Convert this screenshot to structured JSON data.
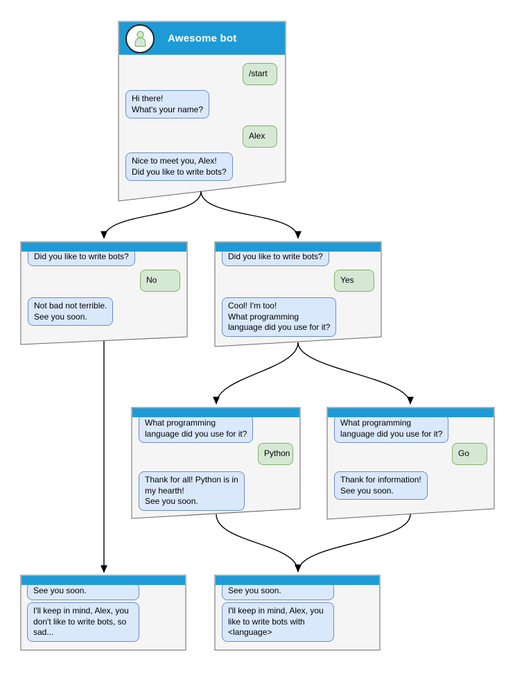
{
  "colors": {
    "titlebar_blue": "#1e9bd7",
    "window_bg": "#f5f5f5",
    "window_border": "#666666",
    "bot_bubble_bg": "#dae8fc",
    "bot_bubble_border": "#6c8ebf",
    "user_bubble_bg": "#d5e8d4",
    "user_bubble_border": "#82b366",
    "edge_color": "#000000",
    "title_text": "#ffffff"
  },
  "windows": {
    "main": {
      "title": "Awesome bot",
      "avatar_icon": "person-icon",
      "messages": [
        {
          "from": "user",
          "text": "/start"
        },
        {
          "from": "bot",
          "text": "Hi there!\nWhat's your name?"
        },
        {
          "from": "user",
          "text": "Alex"
        },
        {
          "from": "bot",
          "text": "Nice to meet you, Alex!\nDid you like to write bots?"
        }
      ]
    },
    "no_branch": {
      "messages": [
        {
          "from": "bot",
          "text": "Did you like to write bots?"
        },
        {
          "from": "user",
          "text": "No"
        },
        {
          "from": "bot",
          "text": "Not bad not terrible.\nSee you soon."
        }
      ]
    },
    "yes_branch": {
      "messages": [
        {
          "from": "bot",
          "text": "Did you like to write bots?"
        },
        {
          "from": "user",
          "text": "Yes"
        },
        {
          "from": "bot",
          "text": "Cool! I'm too!\nWhat programming\nlanguage did you use for it?"
        }
      ]
    },
    "python_branch": {
      "messages": [
        {
          "from": "bot",
          "text": "What programming\nlanguage did you use for it?"
        },
        {
          "from": "user",
          "text": "Python"
        },
        {
          "from": "bot",
          "text": "Thank for all! Python is in\nmy hearth!\nSee you soon."
        }
      ]
    },
    "go_branch": {
      "messages": [
        {
          "from": "bot",
          "text": "What programming\nlanguage did you use for it?"
        },
        {
          "from": "user",
          "text": "Go"
        },
        {
          "from": "bot",
          "text": "Thank for information!\nSee you soon."
        }
      ]
    },
    "end_no": {
      "messages": [
        {
          "from": "bot",
          "text": "See you soon."
        },
        {
          "from": "bot",
          "text": "I'll keep in mind, Alex, you\ndon't like to write bots, so\nsad..."
        }
      ]
    },
    "end_language": {
      "messages": [
        {
          "from": "bot",
          "text": "See you soon."
        },
        {
          "from": "bot",
          "text": "I'll keep in mind, Alex, you\nlike to write bots with\n<language>"
        }
      ]
    }
  },
  "edges": [
    {
      "from": "main",
      "to": "no_branch"
    },
    {
      "from": "main",
      "to": "yes_branch"
    },
    {
      "from": "no_branch",
      "to": "end_no"
    },
    {
      "from": "yes_branch",
      "to": "python_branch"
    },
    {
      "from": "yes_branch",
      "to": "go_branch"
    },
    {
      "from": "python_branch",
      "to": "end_language"
    },
    {
      "from": "go_branch",
      "to": "end_language"
    }
  ]
}
